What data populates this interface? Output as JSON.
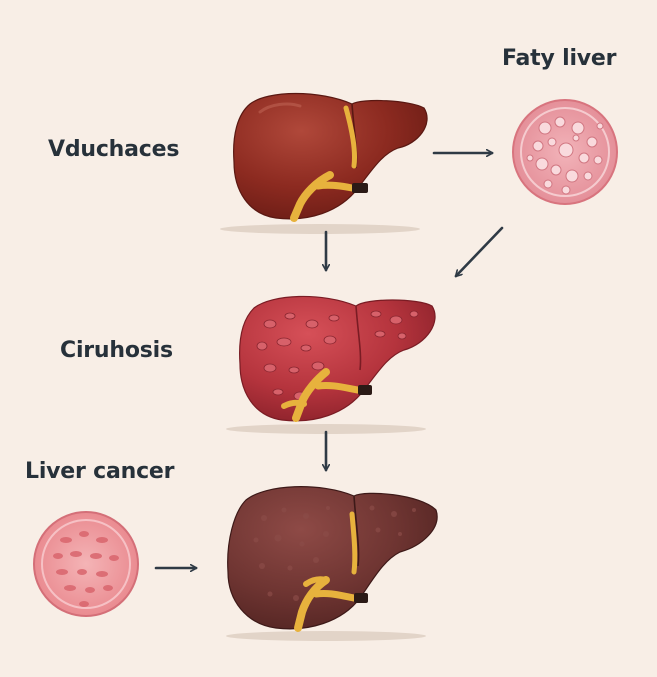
{
  "diagram": {
    "labels": {
      "healthy": "Vduchaces",
      "fatty": "Faty liver",
      "cirrhosis": "Ciruhosis",
      "cancer": "Liver cancer"
    },
    "colors": {
      "background": "#f8eee6",
      "label_text": "#27313a",
      "arrow": "#2f3a45",
      "bile_duct": "#e7b23d",
      "healthy_liver": "#8c2a20",
      "fatty_tissue": "#e79aa3",
      "cirrhotic_liver": "#b5343d",
      "cancerous_liver": "#6f3532",
      "cancer_tissue": "#e9878d"
    }
  }
}
